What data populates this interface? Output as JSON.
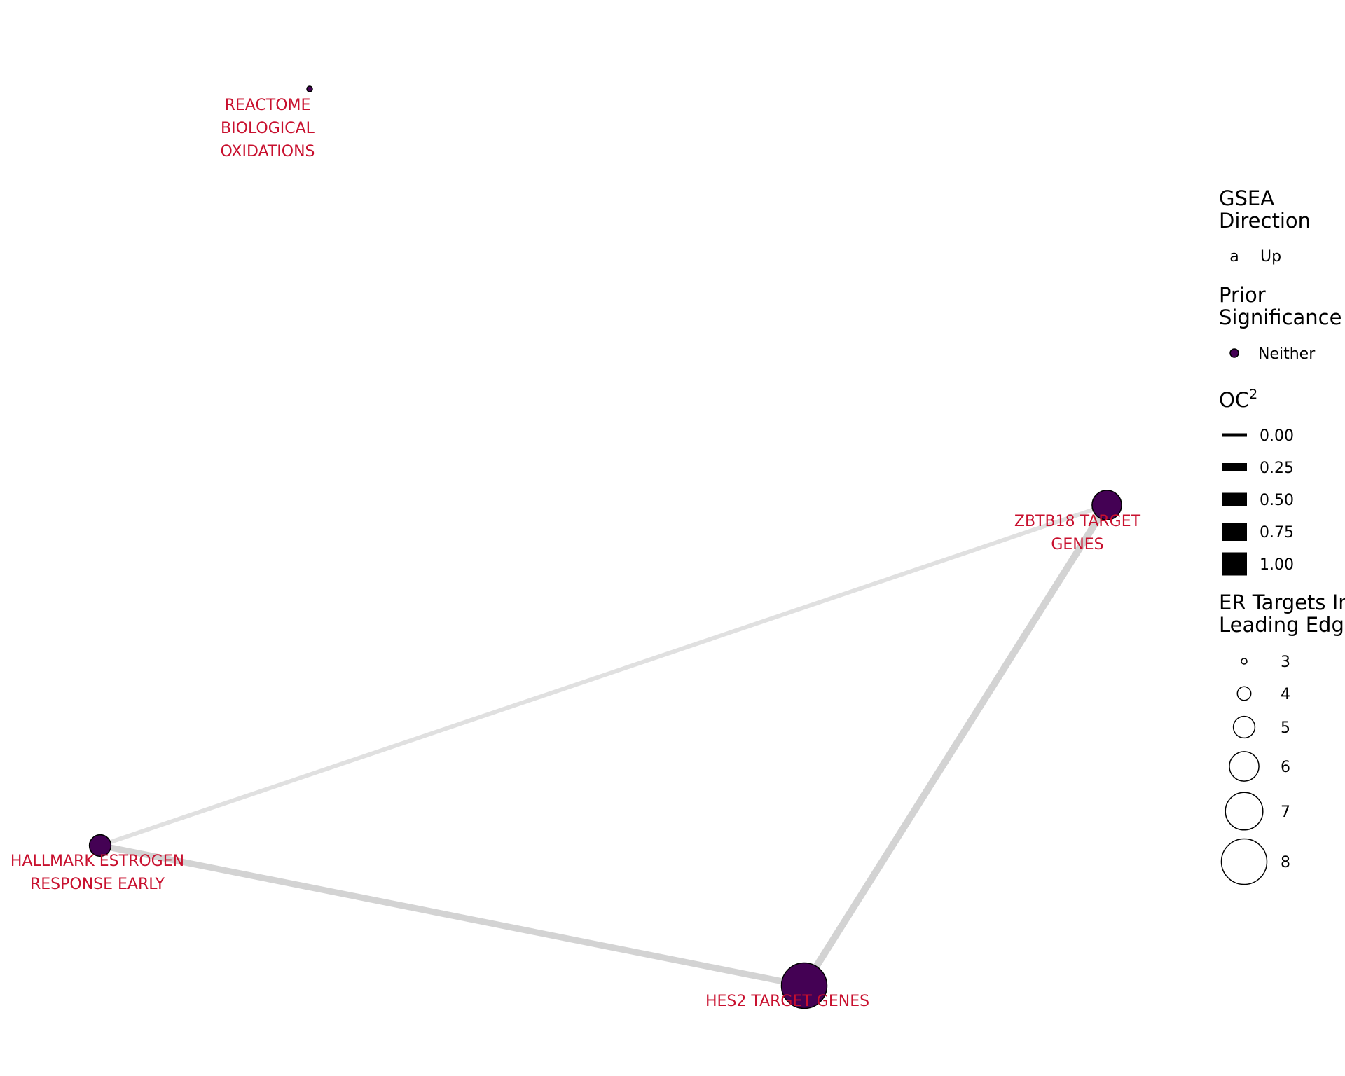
{
  "colors": {
    "label": "#C8102E",
    "node_fill": "#440154",
    "node_stroke": "#000000",
    "edge": "#D3D3D3",
    "legend_ink": "#000000"
  },
  "network": {
    "nodes": [
      {
        "id": "reactome",
        "lines": [
          "REACTOME",
          "BIOLOGICAL",
          "OXIDATIONS"
        ],
        "er_targets": 3,
        "prior_significance": "Neither",
        "gsea_direction": "Up"
      },
      {
        "id": "zbtb18",
        "lines": [
          "ZBTB18 TARGET",
          "GENES"
        ],
        "er_targets": 6,
        "prior_significance": "Neither",
        "gsea_direction": "Up"
      },
      {
        "id": "hallmark",
        "lines": [
          "HALLMARK ESTROGEN",
          "RESPONSE EARLY"
        ],
        "er_targets": 5,
        "prior_significance": "Neither",
        "gsea_direction": "Up"
      },
      {
        "id": "hes2",
        "lines": [
          "HES2 TARGET GENES"
        ],
        "er_targets": 8,
        "prior_significance": "Neither",
        "gsea_direction": "Up"
      }
    ],
    "edges": [
      {
        "source": "hallmark",
        "target": "zbtb18",
        "oc2": 0.1
      },
      {
        "source": "zbtb18",
        "target": "hes2",
        "oc2": 0.3
      },
      {
        "source": "hallmark",
        "target": "hes2",
        "oc2": 0.25
      }
    ]
  },
  "legend": {
    "gsea": {
      "title_lines": [
        "GSEA",
        "Direction"
      ],
      "key_symbol": "a",
      "label": "Up"
    },
    "prior": {
      "title_lines": [
        "Prior",
        "Significance"
      ],
      "label": "Neither"
    },
    "oc": {
      "title": "OC",
      "superscript": "2",
      "items": [
        {
          "label": "0.00",
          "value": 0.0
        },
        {
          "label": "0.25",
          "value": 0.25
        },
        {
          "label": "0.50",
          "value": 0.5
        },
        {
          "label": "0.75",
          "value": 0.75
        },
        {
          "label": "1.00",
          "value": 1.0
        }
      ]
    },
    "er": {
      "title_lines": [
        "ER Targets In",
        "Leading Edge"
      ],
      "items": [
        {
          "label": "3",
          "value": 3
        },
        {
          "label": "4",
          "value": 4
        },
        {
          "label": "5",
          "value": 5
        },
        {
          "label": "6",
          "value": 6
        },
        {
          "label": "7",
          "value": 7
        },
        {
          "label": "8",
          "value": 8
        }
      ]
    }
  }
}
